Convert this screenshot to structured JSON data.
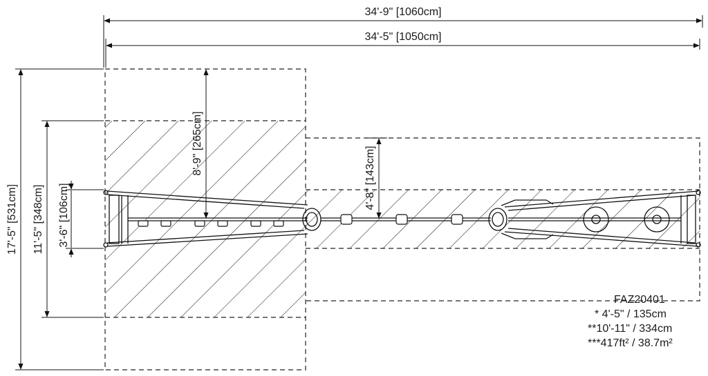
{
  "dimensions": {
    "overall_length": "34'-9\" [1060cm]",
    "frame_length": "34'-5\" [1050cm]",
    "overall_depth": "17'-5\" [531cm]",
    "safety_zone_depth": "11'-5\" [348cm]",
    "frame_depth": "3'-6\" [106cm]",
    "fall_height": "8'-9\" [265cm]",
    "free_height": "4'-8\" [143cm]"
  },
  "notes": {
    "model": "FAZ20401",
    "line1": "* 4'-5\" / 135cm",
    "line2": "**10'-11\" / 334cm",
    "line3": "***417ft² / 38.7m²"
  }
}
